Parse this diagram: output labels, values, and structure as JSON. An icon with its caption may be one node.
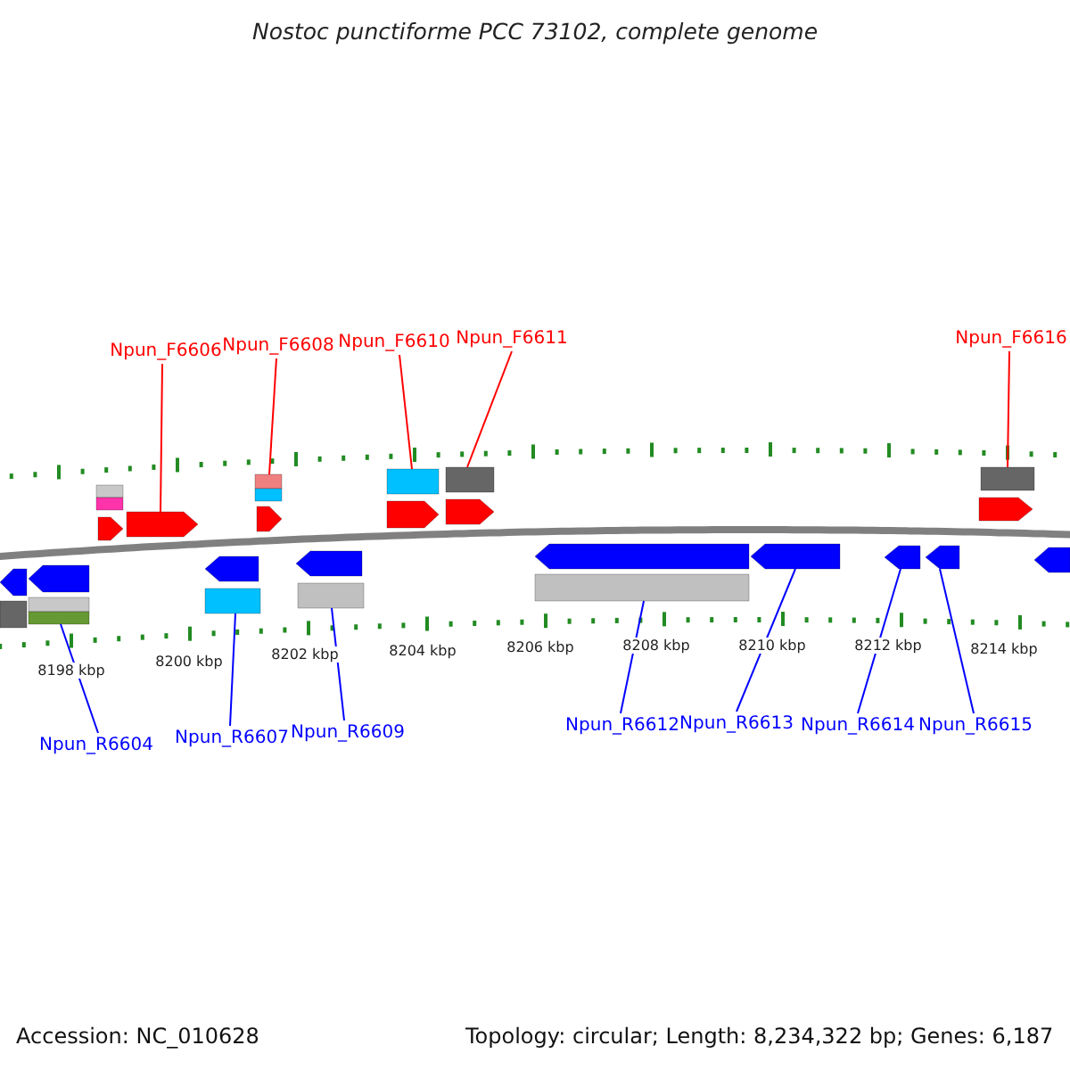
{
  "diagram": {
    "title": "Nostoc punctiforme PCC 73102, complete genome",
    "nodes": [
      {
        "text": [
          "Npun_F6606"
        ]
      },
      {
        "text": [
          "Npun_F6608"
        ]
      },
      {
        "text": [
          "Npun_F6610"
        ]
      },
      {
        "text": [
          "Npun_F6611"
        ]
      },
      {
        "text": [
          "Npun_F6616"
        ]
      },
      {
        "text": [
          "Npun_R6604"
        ]
      },
      {
        "text": [
          "Npun_R6607"
        ]
      },
      {
        "text": [
          "Npun_R6609"
        ]
      },
      {
        "text": [
          "Npun_R6612"
        ]
      },
      {
        "text": [
          "Npun_R6613"
        ]
      },
      {
        "text": [
          "Npun_R6614"
        ]
      },
      {
        "text": [
          "Npun_R6615"
        ]
      },
      {
        "text": [],
        "shape": "bar"
      },
      {
        "text": [],
        "shape": "bar"
      },
      {
        "text": [],
        "shape": "arrow"
      },
      {
        "text": [],
        "shape": "arrow"
      },
      {
        "text": [],
        "shape": "bar"
      },
      {
        "text": [],
        "shape": "bar"
      },
      {
        "text": [],
        "shape": "arrow"
      },
      {
        "text": [],
        "shape": "bar"
      },
      {
        "text": [],
        "shape": "arrow"
      },
      {
        "text": [],
        "shape": "bar"
      },
      {
        "text": [],
        "shape": "arrow"
      },
      {
        "text": [],
        "shape": "bar"
      },
      {
        "text": [],
        "shape": "arrow"
      },
      {
        "text": [],
        "shape": "arrow"
      },
      {
        "text": [],
        "shape": "arrow"
      },
      {
        "text": [],
        "shape": "bar"
      },
      {
        "text": [],
        "shape": "bar"
      },
      {
        "text": [],
        "shape": "bar"
      },
      {
        "text": [],
        "shape": "arrow"
      },
      {
        "text": [],
        "shape": "bar"
      },
      {
        "text": [],
        "shape": "arrow"
      },
      {
        "text": [],
        "shape": "bar"
      },
      {
        "text": [],
        "shape": "arrow"
      },
      {
        "text": [],
        "shape": "bar"
      },
      {
        "text": [],
        "shape": "arrow"
      },
      {
        "text": [],
        "shape": "arrow"
      },
      {
        "text": [],
        "shape": "arrow"
      },
      {
        "text": [],
        "shape": "arrow"
      }
    ],
    "edges": [
      {
        "from": 0,
        "to": 15,
        "arrow": "none",
        "color": "#ff0000"
      },
      {
        "from": 1,
        "to": 16,
        "arrow": "none",
        "color": "#ff0000"
      },
      {
        "from": 2,
        "to": 19,
        "arrow": "none",
        "color": "#ff0000"
      },
      {
        "from": 3,
        "to": 21,
        "arrow": "none",
        "color": "#ff0000"
      },
      {
        "from": 4,
        "to": 23,
        "arrow": "none",
        "color": "#ff0000"
      },
      {
        "from": 5,
        "to": 29,
        "arrow": "none"
      },
      {
        "from": 6,
        "to": 31,
        "arrow": "none"
      },
      {
        "from": 7,
        "to": 33,
        "arrow": "none"
      },
      {
        "from": 8,
        "to": 35,
        "arrow": "none"
      },
      {
        "from": 9,
        "to": 36,
        "arrow": "none"
      },
      {
        "from": 10,
        "to": 37,
        "arrow": "none"
      },
      {
        "from": 11,
        "to": 38,
        "arrow": "none"
      }
    ],
    "labels": [
      "8198 kbp",
      "8200 kbp",
      "8202 kbp",
      "8204 kbp",
      "8206 kbp",
      "8208 kbp",
      "8210 kbp",
      "8212 kbp",
      "8214 kbp",
      "Accession: NC_010628",
      "Topology: circular; Length: 8,234,322 bp; Genes: 6,187"
    ]
  }
}
